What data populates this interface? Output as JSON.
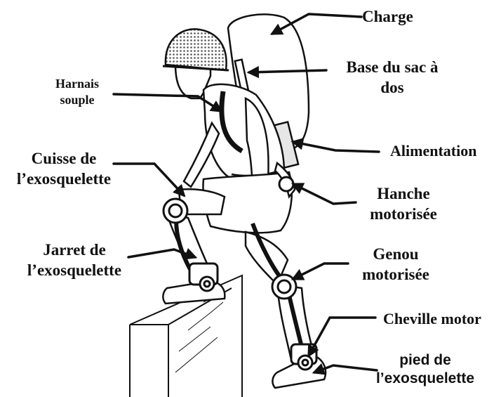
{
  "labels": {
    "charge": "Charge",
    "base_sac_line1": "Base du sac à",
    "base_sac_line2": "dos",
    "harnais_line1": "Harnais",
    "harnais_line2": "souple",
    "alimentation": "Alimentation",
    "cuisse_line1": "Cuisse de",
    "cuisse_line2": "l’exosquelette",
    "hanche_line1": "Hanche",
    "hanche_line2": "motorisée",
    "jarret_line1": "Jarret de",
    "jarret_line2": "l’exosquelette",
    "genou_line1": "Genou",
    "genou_line2": "motorisée",
    "cheville": "Cheville motor",
    "pied_line1": "pied de",
    "pied_line2": "l’exosquelette"
  },
  "colors": {
    "ink": "#111111",
    "background": "#ffffff",
    "helmet": "#6e6e6e",
    "device_fill": "#e6e6e6"
  }
}
